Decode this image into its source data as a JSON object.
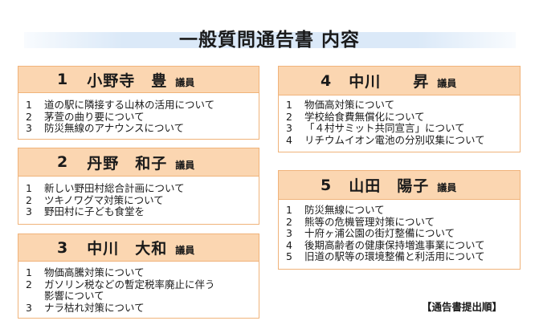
{
  "title": "一般質問通告書 内容",
  "footer_note": "【通告書提出順】",
  "cards": [
    {
      "number": "1",
      "name": "小野寺　豊",
      "role": "議員",
      "items": [
        {
          "n": "1",
          "lines": [
            "道の駅に隣接する山林の活用について"
          ]
        },
        {
          "n": "2",
          "lines": [
            "茅萱の曲り要について"
          ]
        },
        {
          "n": "3",
          "lines": [
            "防災無線のアナウンスについて"
          ]
        }
      ]
    },
    {
      "number": "2",
      "name": "丹野　和子",
      "role": "議員",
      "items": [
        {
          "n": "1",
          "lines": [
            "新しい野田村総合計画について"
          ]
        },
        {
          "n": "2",
          "lines": [
            "ツキノワグマ対策について"
          ]
        },
        {
          "n": "3",
          "lines": [
            "野田村に子ども食堂を"
          ]
        }
      ]
    },
    {
      "number": "3",
      "name": "中川　大和",
      "role": "議員",
      "items": [
        {
          "n": "1",
          "lines": [
            "物価高騰対策について"
          ]
        },
        {
          "n": "2",
          "lines": [
            "ガソリン税などの暫定税率廃止に伴う",
            "影響について"
          ]
        },
        {
          "n": "3",
          "lines": [
            "ナラ枯れ対策について"
          ]
        }
      ]
    },
    {
      "number": "4",
      "name": "中川　　昇",
      "role": "議員",
      "items": [
        {
          "n": "1",
          "lines": [
            "物価高対策について"
          ]
        },
        {
          "n": "2",
          "lines": [
            "学校給食費無償化について"
          ]
        },
        {
          "n": "3",
          "lines": [
            "「４村サミット共同宣言」について"
          ]
        },
        {
          "n": "4",
          "lines": [
            "リチウムイオン電池の分別収集について"
          ]
        }
      ]
    },
    {
      "number": "5",
      "name": "山田　陽子",
      "role": "議員",
      "items": [
        {
          "n": "1",
          "lines": [
            "防災無線について"
          ]
        },
        {
          "n": "2",
          "lines": [
            "熊等の危機管理対策について"
          ]
        },
        {
          "n": "3",
          "lines": [
            "十府ヶ浦公園の街灯整備について"
          ]
        },
        {
          "n": "4",
          "lines": [
            "後期高齢者の健康保持増進事業について"
          ]
        },
        {
          "n": "5",
          "lines": [
            "旧道の駅等の環境整備と利活用について"
          ]
        }
      ]
    }
  ]
}
